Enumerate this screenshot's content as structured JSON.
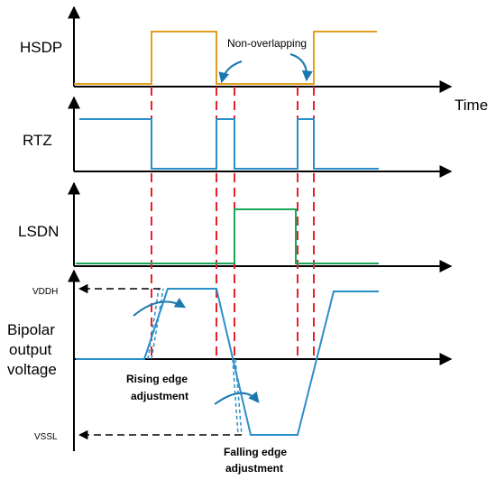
{
  "signals": {
    "hsdp": "HSDP",
    "rtz": "RTZ",
    "lsdn": "LSDN",
    "bipolar_line1": "Bipolar",
    "bipolar_line2": "output",
    "bipolar_line3": "voltage"
  },
  "axis": {
    "time": "Time"
  },
  "levels": {
    "vddh": "VDDH",
    "vssl": "VSSL"
  },
  "annotations": {
    "non_overlapping": "Non-overlapping",
    "rising_line1": "Rising edge",
    "rising_line2": "adjustment",
    "falling_line1": "Falling edge",
    "falling_line2": "adjustment"
  },
  "colors": {
    "hsdp": "#e0a020",
    "rtz": "#2a8fc8",
    "lsdn": "#1aa858",
    "output": "#2a8fc8",
    "guide": "#e8202a",
    "arrow": "#1a78b0",
    "axis": "#000000"
  }
}
